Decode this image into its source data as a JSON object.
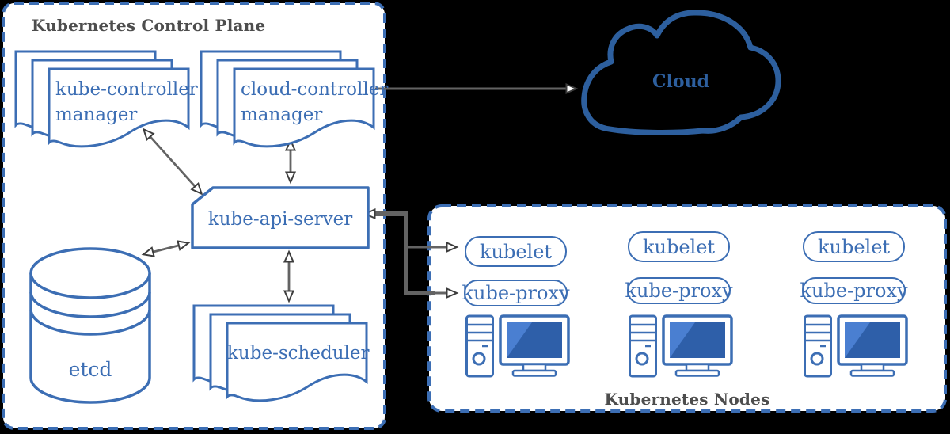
{
  "colors": {
    "diagram_blue": "#3c6eb4",
    "cloud_blue": "#2d5f9e",
    "arrow_gray": "#636363",
    "title_gray": "#4d4d4d",
    "screen_dark_blue": "#2e5fa9",
    "screen_light_blue": "#4a7fd1",
    "box_fill": "#ffffff",
    "background": "#000000"
  },
  "control_plane": {
    "title": "Kubernetes Control Plane",
    "kube_controller_manager": {
      "line1": "kube-controller",
      "line2": "manager"
    },
    "cloud_controller_manager": {
      "line1": "cloud-controller",
      "line2": "manager"
    },
    "kube_api_server": {
      "label": "kube-api-server"
    },
    "etcd": {
      "label": "etcd"
    },
    "kube_scheduler": {
      "label": "kube-scheduler"
    }
  },
  "cloud": {
    "label": "Cloud"
  },
  "nodes_box": {
    "title": "Kubernetes Nodes",
    "nodes": [
      {
        "kubelet": "kubelet",
        "kube_proxy": "kube-proxy"
      },
      {
        "kubelet": "kubelet",
        "kube_proxy": "kube-proxy"
      },
      {
        "kubelet": "kubelet",
        "kube_proxy": "kube-proxy"
      }
    ]
  },
  "icons": {
    "cloud": "cloud-icon",
    "database": "database-cylinder-icon",
    "document_stack": "document-stack-icon",
    "computer": "computer-workstation-icon"
  }
}
